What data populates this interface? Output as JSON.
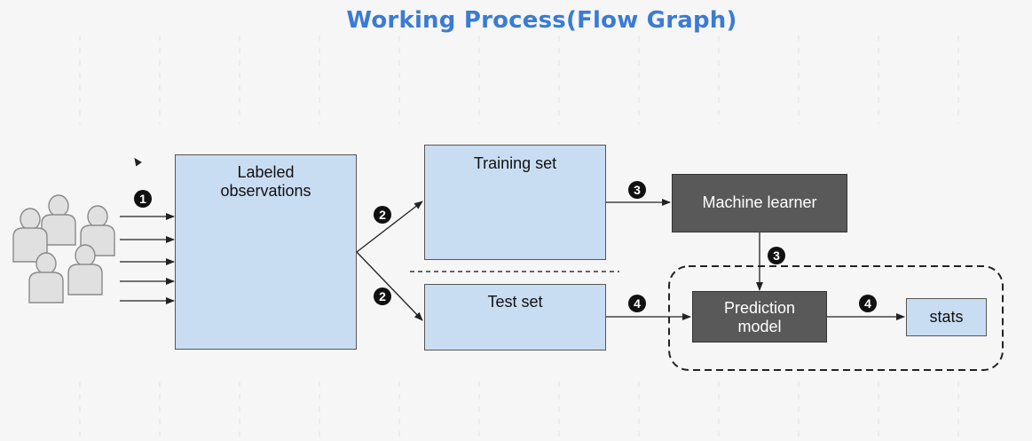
{
  "title": "Working Process(Flow Graph)",
  "nodes": {
    "labeled_observations": {
      "line1": "Labeled",
      "line2": "observations"
    },
    "training_set": "Training set",
    "test_set": "Test set",
    "machine_learner": "Machine learner",
    "prediction_model": {
      "line1": "Prediction",
      "line2": "model"
    },
    "stats": "stats"
  },
  "steps": [
    "1",
    "2",
    "2",
    "3",
    "3",
    "4",
    "4"
  ],
  "colors": {
    "title": "#3a7bd5",
    "light_box": "#c9ddf2",
    "dark_box": "#595959",
    "people": "#e0e0e0"
  },
  "icons": {
    "group": "people-icon",
    "pointer": "cursor-icon"
  }
}
